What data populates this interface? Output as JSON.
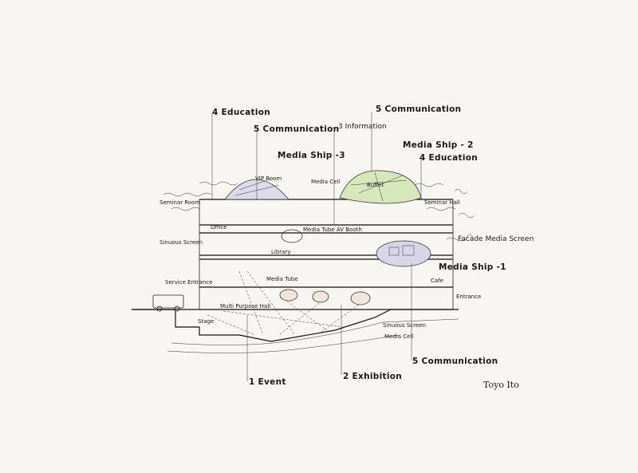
{
  "labels": {
    "education_top": "4 Education",
    "communication_mid": "5 Communication",
    "information": "3 Information",
    "communication_top": "5 Communication",
    "media_ship_3": "Media Ship -3",
    "media_ship_2": "Media Ship - 2",
    "education_right": "4 Education",
    "vip_room": "VIP Room",
    "media_cell_top": "Media Cell",
    "buffet": "Buffet",
    "seminar_room": "Seminar Room",
    "seminar_hall": "Seminar Hall",
    "office": "Office",
    "media_tube_av_booth": "Media Tube AV Booth",
    "facade_media_screen": "Facade Media Screen",
    "sinuous_screen_left": "Sinuous Screen",
    "library": "Library",
    "media_ship_1": "Media Ship -1",
    "service_entrance": "Service Entrance",
    "media_tube": "Media Tube",
    "cafe": "Cafe",
    "entrance": "Entrance",
    "multi_purpose_hall": "Multi Purpose Hall",
    "stage": "Stage",
    "sinuous_screen_bottom": "Sinuous Screen",
    "media_cell_bottom": "Media Cell",
    "communication_bottom": "5 Communication",
    "event": "1 Event",
    "exhibition": "2 Exhibition",
    "signature": "Toyo Ito"
  },
  "colors": {
    "ink": "#1a1a1a",
    "ship2_fill": "#d6e7b9",
    "ship_fill": "#d8d6e6",
    "paper": "#f7f6f2"
  }
}
